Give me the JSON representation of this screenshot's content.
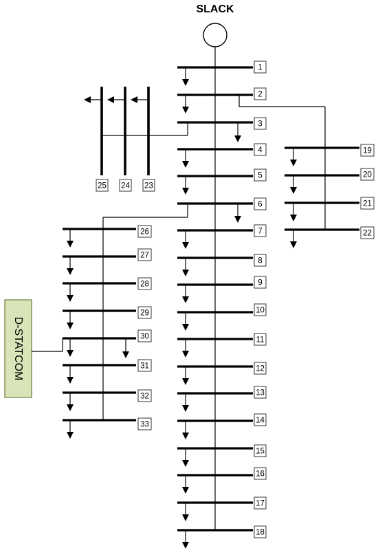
{
  "slack_label": "SLACK",
  "device_label": "D-STATCOM",
  "device_fill": "#d9e4b8",
  "device_stroke": "#6b7c3c",
  "bus_labels": {
    "b1": "1",
    "b2": "2",
    "b3": "3",
    "b4": "4",
    "b5": "5",
    "b6": "6",
    "b7": "7",
    "b8": "8",
    "b9": "9",
    "b10": "10",
    "b11": "11",
    "b12": "12",
    "b13": "13",
    "b14": "14",
    "b15": "15",
    "b16": "16",
    "b17": "17",
    "b18": "18",
    "b19": "19",
    "b20": "20",
    "b21": "21",
    "b22": "22",
    "b23": "23",
    "b24": "24",
    "b25": "25",
    "b26": "26",
    "b27": "27",
    "b28": "28",
    "b29": "29",
    "b30": "30",
    "b31": "31",
    "b32": "32",
    "b33": "33"
  }
}
